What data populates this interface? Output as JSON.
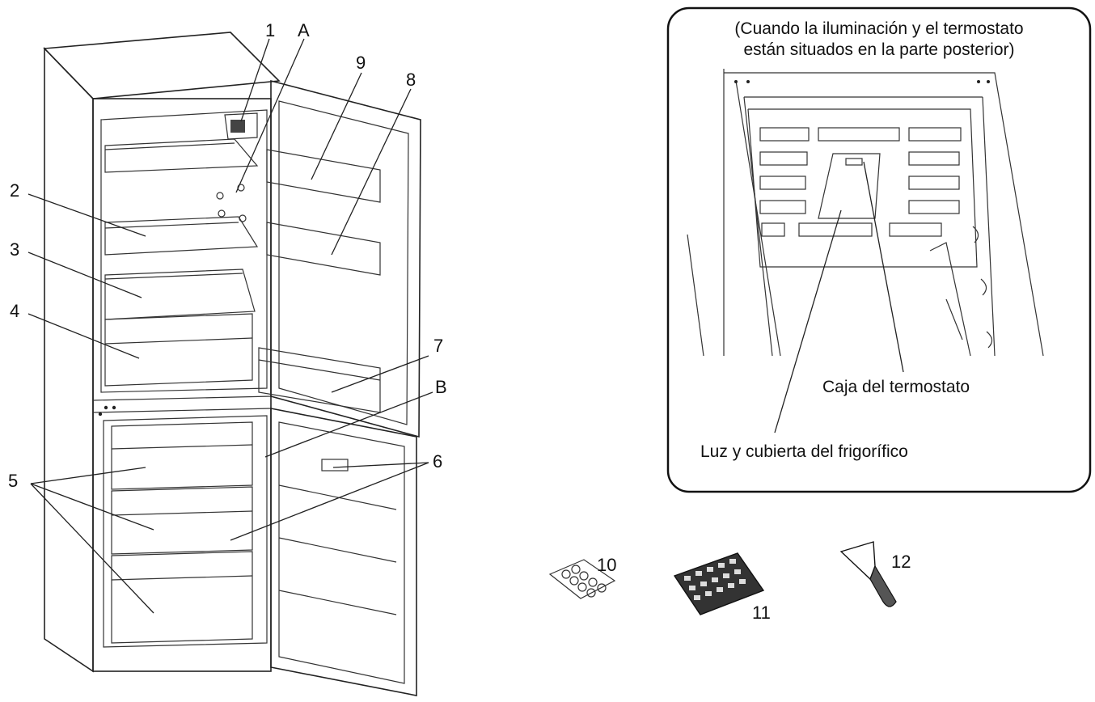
{
  "callouts": {
    "n1": "1",
    "A": "A",
    "n9": "9",
    "n8": "8",
    "n2": "2",
    "n3": "3",
    "n4": "4",
    "n7": "7",
    "B": "B",
    "n5": "5",
    "n6": "6",
    "n10": "10",
    "n11": "11",
    "n12": "12"
  },
  "inset": {
    "caption_line1": "(Cuando la iluminación y el termostato",
    "caption_line2": "están situados en la parte posterior)",
    "thermostat_label": "Caja del termostato",
    "light_label": "Luz y cubierta del frigorífico"
  }
}
